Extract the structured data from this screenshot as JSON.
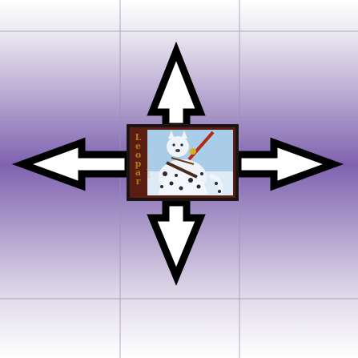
{
  "canvas": {
    "background_top": "#ffffff",
    "background_band": "#7f62b0",
    "grid_line_color": "#9a90b2"
  },
  "card": {
    "title": "Leopar",
    "subtitle": "snow leopard",
    "border_color": "#1a1414",
    "frame_color": "#5a1d12",
    "sky_color": "#a9cde8"
  },
  "controls": {
    "arrows": [
      "up",
      "down",
      "left",
      "right"
    ],
    "arrow_fill": "#ffffff",
    "arrow_stroke": "#000000"
  }
}
